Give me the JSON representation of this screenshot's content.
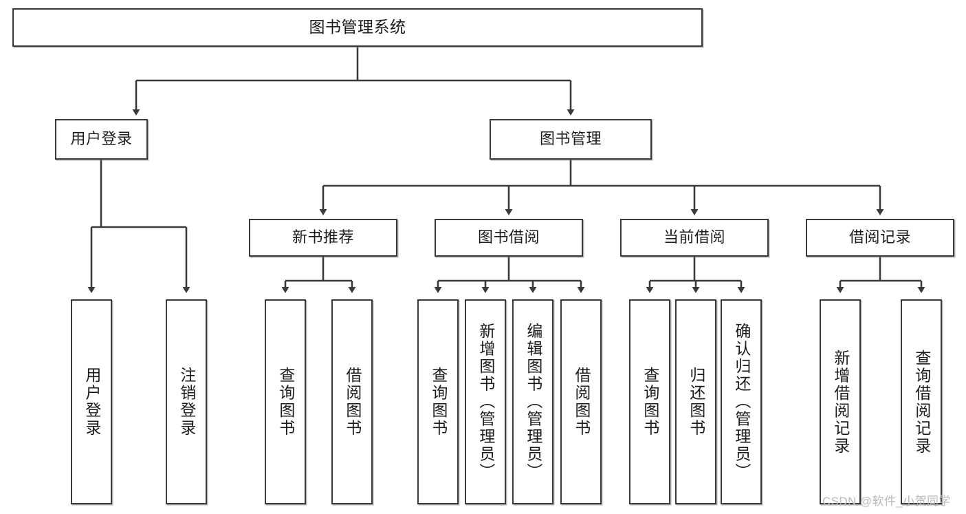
{
  "diagram": {
    "title": "图书管理系统",
    "type": "功能结构图",
    "colors": {
      "stroke": "#3a3a3a",
      "fill": "#ffffff",
      "text": "#1b1b1b",
      "watermark": "#b9b9b9"
    },
    "root": {
      "label": "图书管理系统"
    },
    "level1": [
      {
        "label": "用户登录"
      },
      {
        "label": "图书管理"
      }
    ],
    "level2": [
      {
        "label": "新书推荐"
      },
      {
        "label": "图书借阅"
      },
      {
        "label": "当前借阅"
      },
      {
        "label": "借阅记录"
      }
    ],
    "leaves": {
      "user_login": [
        {
          "label": "用户登录"
        },
        {
          "label": "注销登录"
        }
      ],
      "new_book_recommend": [
        {
          "label": "查询图书"
        },
        {
          "label": "借阅图书"
        }
      ],
      "book_borrow": [
        {
          "label": "查询图书"
        },
        {
          "label": "新增图书（管理员）"
        },
        {
          "label": "编辑图书（管理员）"
        },
        {
          "label": "借阅图书"
        }
      ],
      "current_borrow": [
        {
          "label": "查询图书"
        },
        {
          "label": "归还图书"
        },
        {
          "label": "确认归还（管理员）"
        }
      ],
      "borrow_record": [
        {
          "label": "新增借阅记录"
        },
        {
          "label": "查询借阅记录"
        }
      ]
    },
    "watermark": "CSDN @软件_小贺同学"
  }
}
